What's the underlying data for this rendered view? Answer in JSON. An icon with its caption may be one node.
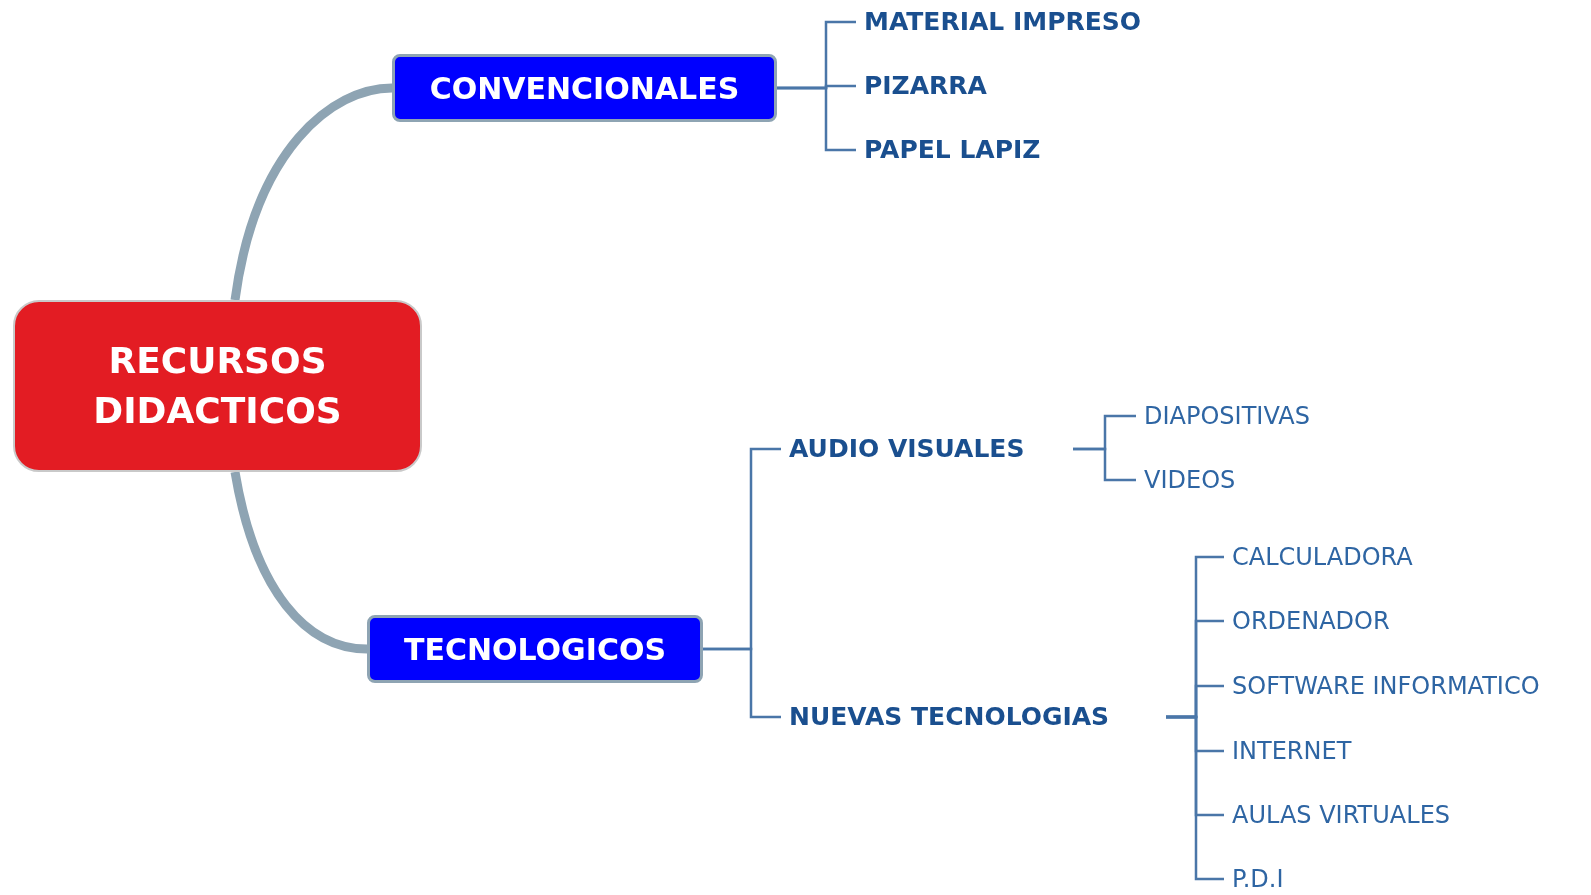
{
  "diagram": {
    "nodes": [
      {
        "text": [
          "RECURSOS DIDACTICOS"
        ]
      },
      {
        "text": [
          "CONVENCIONALES"
        ]
      },
      {
        "text": [
          "MATERIAL IMPRESO"
        ]
      },
      {
        "text": [
          "PIZARRA"
        ]
      },
      {
        "text": [
          "PAPEL LAPIZ"
        ]
      },
      {
        "text": [
          "TECNOLOGICOS"
        ]
      },
      {
        "text": [
          "AUDIO VISUALES"
        ]
      },
      {
        "text": [
          "DIAPOSITIVAS"
        ]
      },
      {
        "text": [
          "VIDEOS"
        ]
      },
      {
        "text": [
          "NUEVAS TECNOLOGIAS"
        ]
      },
      {
        "text": [
          "CALCULADORA"
        ]
      },
      {
        "text": [
          "ORDENADOR"
        ]
      },
      {
        "text": [
          "SOFTWARE INFORMATICO"
        ]
      },
      {
        "text": [
          "INTERNET"
        ]
      },
      {
        "text": [
          "AULAS VIRTUALES"
        ]
      },
      {
        "text": [
          "P.D.I"
        ]
      }
    ],
    "edges": [
      {
        "from": 0,
        "to": 1,
        "arrow": "none",
        "style": "thick"
      },
      {
        "from": 1,
        "to": 2,
        "arrow": "none"
      },
      {
        "from": 1,
        "to": 3,
        "arrow": "none"
      },
      {
        "from": 1,
        "to": 4,
        "arrow": "none"
      },
      {
        "from": 0,
        "to": 5,
        "arrow": "none",
        "style": "thick"
      },
      {
        "from": 5,
        "to": 6,
        "arrow": "none"
      },
      {
        "from": 6,
        "to": 7,
        "arrow": "none"
      },
      {
        "from": 6,
        "to": 8,
        "arrow": "none"
      },
      {
        "from": 5,
        "to": 9,
        "arrow": "none"
      },
      {
        "from": 9,
        "to": 10,
        "arrow": "none"
      },
      {
        "from": 9,
        "to": 11,
        "arrow": "none"
      },
      {
        "from": 9,
        "to": 12,
        "arrow": "none"
      },
      {
        "from": 9,
        "to": 13,
        "arrow": "none"
      },
      {
        "from": 9,
        "to": 14,
        "arrow": "none"
      },
      {
        "from": 9,
        "to": 15,
        "arrow": "none"
      }
    ]
  }
}
